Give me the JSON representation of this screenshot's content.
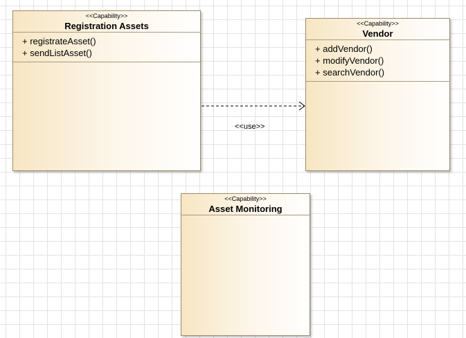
{
  "diagram": {
    "classes": [
      {
        "stereotype": "<<Capability>>",
        "name": "Registration Assets",
        "operations": [
          "registrateAsset()",
          "sendListAsset()"
        ]
      },
      {
        "stereotype": "<<Capability>>",
        "name": "Vendor",
        "operations": [
          "addVendor()",
          "modifyVendor()",
          "searchVendor()"
        ]
      },
      {
        "stereotype": "<<Capability>>",
        "name": "Asset Monitoring",
        "operations": []
      }
    ],
    "dependency": {
      "label": "<<use>>",
      "from": "Registration Assets",
      "to": "Vendor"
    }
  }
}
